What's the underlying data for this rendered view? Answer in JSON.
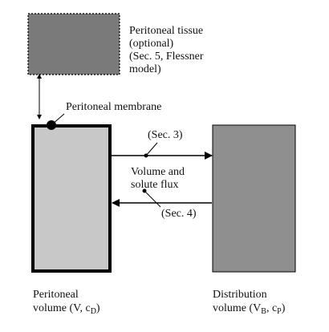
{
  "tissue": {
    "line1": "Peritoneal tissue",
    "line2": "(optional)",
    "line3": "(Sec. 5, Flessner",
    "line4": "model)"
  },
  "membrane_label": "Peritoneal membrane",
  "flux": {
    "upper_ref": "(Sec. 3)",
    "lower_ref": "(Sec. 4)",
    "line1": "Volume and",
    "line2": "solute flux"
  },
  "peritoneal_volume": {
    "line1": "Peritoneal",
    "line2_prefix": "volume (V, c",
    "line2_sub": "D",
    "line2_suffix": ")"
  },
  "distribution_volume": {
    "line1": "Distribution",
    "line2_prefix": "volume (V",
    "line2_sub1": "B",
    "line2_mid": ", c",
    "line2_sub2": "P",
    "line2_suffix": ")"
  },
  "colors": {
    "tissue_fill": "#7a7a7a",
    "peritoneal_fill": "#c8c8c8",
    "distribution_fill": "#8f8f8f",
    "stroke": "#000000"
  }
}
